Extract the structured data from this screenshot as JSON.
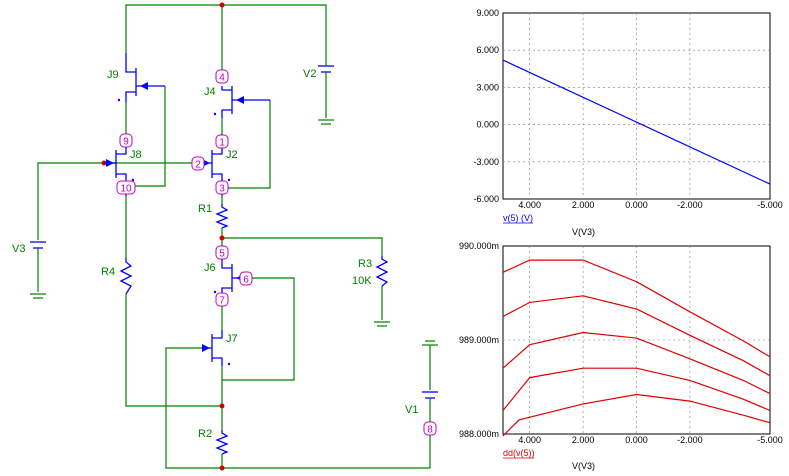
{
  "schematic": {
    "components": [
      "J9",
      "J4",
      "J8",
      "J2",
      "J6",
      "J7",
      "R1",
      "R2",
      "R3",
      "R4",
      "V1",
      "V2",
      "V3"
    ],
    "r3_value": "10K",
    "nodes": [
      "1",
      "2",
      "3",
      "4",
      "5",
      "6",
      "7",
      "8",
      "9",
      "10"
    ]
  },
  "chart_data": [
    {
      "type": "line",
      "x_reversed": true,
      "xlim": [
        5.0,
        -5.0
      ],
      "ylim": [
        -6.0,
        9.0
      ],
      "x_ticks": [
        "4.000",
        "2.000",
        "0.000",
        "-2.000",
        "-5.000"
      ],
      "x_tick_values": [
        4,
        2,
        0,
        -2,
        -5
      ],
      "y_ticks": [
        "9.000",
        "6.000",
        "3.000",
        "0.000",
        "-3.000",
        "-6.000"
      ],
      "y_tick_values": [
        9,
        6,
        3,
        0,
        -3,
        -6
      ],
      "xlabel": "V(V3)",
      "trace_label": "v(5) (V)",
      "grid": true,
      "series": [
        {
          "color": "#0000ff",
          "x": [
            5.0,
            -5.0
          ],
          "y": [
            5.2,
            -4.8
          ]
        }
      ]
    },
    {
      "type": "line",
      "x_reversed": true,
      "xlim": [
        5.0,
        -5.0
      ],
      "ylim": [
        988.0,
        990.0
      ],
      "x_ticks": [
        "4.000",
        "2.000",
        "0.000",
        "-2.000",
        "-5.000"
      ],
      "x_tick_values": [
        4,
        2,
        0,
        -2,
        -5
      ],
      "y_ticks": [
        "990.000m",
        "989.000m",
        "988.000m"
      ],
      "y_tick_values": [
        990,
        989,
        988
      ],
      "xlabel": "V(V3)",
      "trace_label": "dd(v(5))",
      "grid": true,
      "series": [
        {
          "color": "#e00000",
          "x": [
            5.0,
            4.0,
            2.0,
            0.0,
            -2.0,
            -4.0,
            -5.0
          ],
          "y": [
            989.72,
            989.85,
            989.85,
            989.62,
            989.3,
            988.99,
            988.82
          ]
        },
        {
          "color": "#e00000",
          "x": [
            5.0,
            4.0,
            2.0,
            0.0,
            -2.0,
            -4.0,
            -5.0
          ],
          "y": [
            989.25,
            989.4,
            989.47,
            989.33,
            989.05,
            988.78,
            988.62
          ]
        },
        {
          "color": "#e00000",
          "x": [
            5.0,
            4.0,
            2.0,
            0.0,
            -2.0,
            -4.0,
            -5.0
          ],
          "y": [
            988.7,
            988.95,
            989.08,
            989.02,
            988.8,
            988.57,
            988.43
          ]
        },
        {
          "color": "#e00000",
          "x": [
            5.0,
            4.0,
            2.0,
            0.0,
            -2.0,
            -4.0,
            -5.0
          ],
          "y": [
            988.25,
            988.6,
            988.7,
            988.7,
            988.57,
            988.37,
            988.25
          ]
        },
        {
          "color": "#e00000",
          "x": [
            5.0,
            4.4,
            2.0,
            0.0,
            -2.0,
            -4.0,
            -5.0
          ],
          "y": [
            987.98,
            988.15,
            988.32,
            988.42,
            988.35,
            988.2,
            988.12
          ]
        }
      ]
    }
  ]
}
